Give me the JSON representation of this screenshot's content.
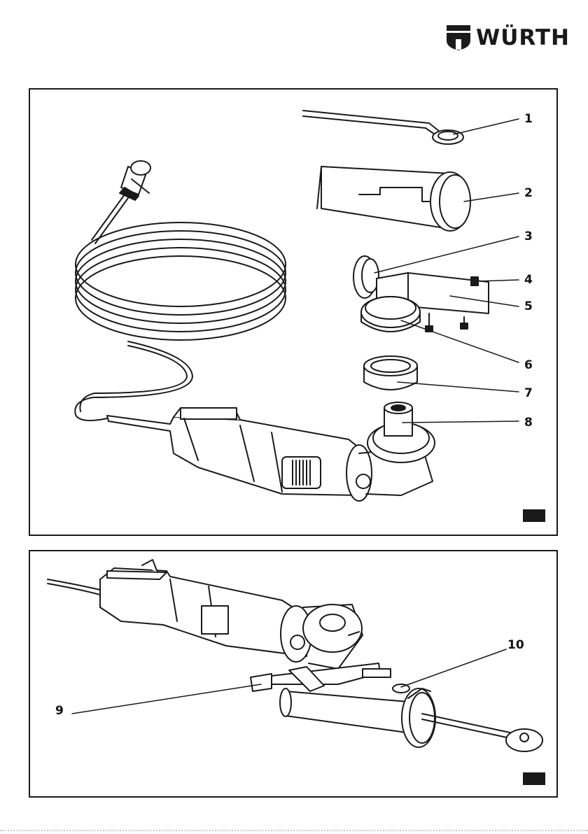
{
  "brand": {
    "name": "WÜRTH",
    "logo_icon": "wurth-tower-logo"
  },
  "figure_1": {
    "callouts": [
      "1",
      "2",
      "3",
      "4",
      "5",
      "6",
      "7",
      "8"
    ],
    "parts": [
      "lever-key",
      "guide-sleeve",
      "clamp-bracket",
      "screw",
      "guide-block",
      "ring-holder",
      "spacer-ring",
      "tool-bit"
    ]
  },
  "figure_2": {
    "callouts": [
      "9",
      "10"
    ]
  },
  "colors": {
    "ink": "#1a1a1a",
    "paper": "#ffffff"
  }
}
